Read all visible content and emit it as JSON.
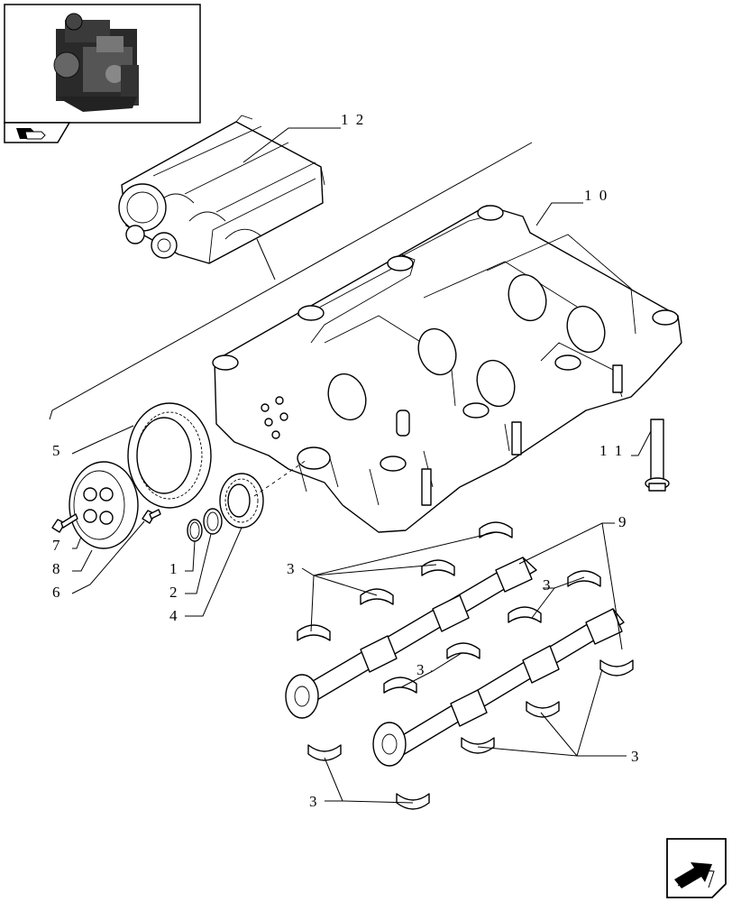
{
  "callouts": {
    "c1": "1",
    "c2": "2",
    "c3a": "3",
    "c3b": "3",
    "c3c": "3",
    "c3d": "3",
    "c3e": "3",
    "c4": "4",
    "c5": "5",
    "c6": "6",
    "c7": "7",
    "c8": "8",
    "c9": "9",
    "c10": "1 0",
    "c11": "1 1",
    "c12": "1 2"
  },
  "icons": {
    "thumbnail": "engine-thumbnail-icon",
    "thumb_tab": "book-arrow-icon",
    "nav": "next-page-arrow-icon"
  }
}
